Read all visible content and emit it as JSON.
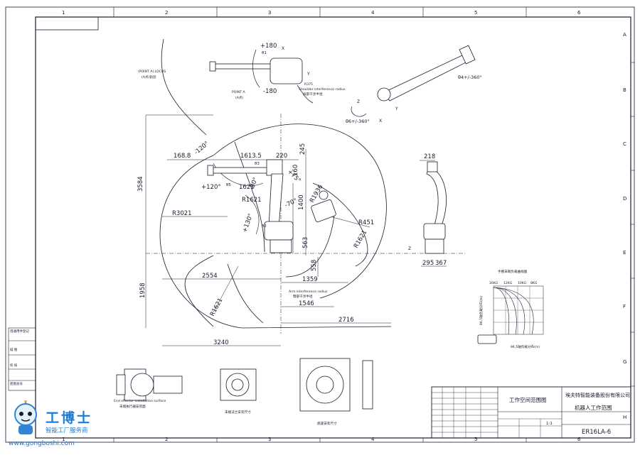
{
  "grid": {
    "columns": [
      "1",
      "2",
      "3",
      "4",
      "5",
      "6"
    ],
    "rows": [
      "A",
      "B",
      "C",
      "D",
      "E",
      "F",
      "G",
      "H"
    ]
  },
  "dimensions": {
    "d245": "245",
    "d220": "220",
    "d1613": "1613.5",
    "d1688": "168.8",
    "d160": "160",
    "d3584": "3584",
    "d1400": "1400",
    "r1936": "R1936",
    "r1621a": "R1621",
    "r3021": "R3021",
    "d1621": "1621",
    "r451": "R451",
    "r1621b": "R1621",
    "d563": "563",
    "d2554": "2554",
    "d558": "558",
    "d1359": "1359",
    "d1546": "1546",
    "d1958": "1958",
    "r1621c": "R1621",
    "d2716": "2716",
    "d3240": "3240",
    "d218": "218",
    "d295": "295",
    "d367": "367"
  },
  "angles": {
    "a_m120": "-120°",
    "a_p120": "+120°",
    "a_p75": "+75°",
    "a_m80": "-80°",
    "a_m70": "-70°",
    "a_p130": "+130°",
    "a_p180": "+180",
    "a_m180": "-180",
    "j4": "θ4+/-360°",
    "j6": "θ6+/-360°"
  },
  "labels": {
    "point_locus": "(POINT A) LOCUS",
    "point_locus_sub": "(A点)轨迹",
    "point_a": "POINT A",
    "point_a_sub": "(A点)",
    "r375": "R375",
    "shoulder": "Shoulder interference radius",
    "shoulder_cn": "肩部干涉半径",
    "arm_interf": "Arm interference radius",
    "arm_interf_cn": "臂部干涉半径",
    "end_effector": "End effector installation surface",
    "end_effector_cn": "末端执行器安装面",
    "wrist_mount": "末端法兰安装尺寸",
    "base_mount": "底座安装尺寸",
    "load_curve": "手腕末端负载曲线图",
    "load_axis": "θ4,5轴负载分布(m)",
    "load_y": "θ6,5轴负载分布(m)",
    "load_kg": [
      "16KG",
      "12KG",
      "10KG",
      "8KG"
    ],
    "z": "Z",
    "x": "X",
    "y": "Y",
    "j1": "θ1",
    "j2": "θ2",
    "j3": "θ3",
    "j5": "θ5"
  },
  "left_strip": [
    "借通用件登记",
    "描 图",
    "校 核",
    "底图总号"
  ],
  "title_block": {
    "drawing_name": "工作空间范围图",
    "company": "埃夫特智能装备股份有限公司",
    "title": "机器人工作范围",
    "code": "ER16LA-6",
    "scale": "1:1"
  },
  "watermark": {
    "title": "工博士",
    "sub": "智能工厂服务商",
    "url": "www.gongboshi.com"
  }
}
